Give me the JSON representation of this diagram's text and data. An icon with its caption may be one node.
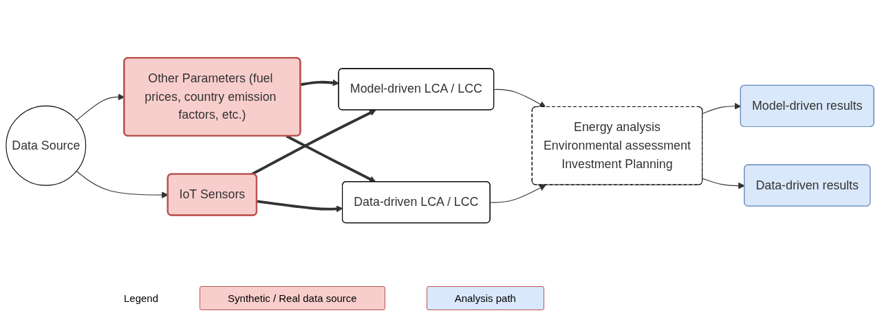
{
  "diagram": {
    "nodes": [
      {
        "text": [
          "Data Source"
        ]
      },
      {
        "text": [
          "Other Parameters (fuel prices, country emission factors, etc.)"
        ]
      },
      {
        "text": [
          "IoT Sensors"
        ]
      },
      {
        "text": [
          "Model-driven LCA / LCC"
        ]
      },
      {
        "text": [
          "Data-driven LCA / LCC"
        ]
      },
      {
        "text": [
          "Energy analysis",
          "Environmental assessment",
          "Investment Planning"
        ]
      },
      {
        "text": [
          "Model-driven results"
        ]
      },
      {
        "text": [
          "Data-driven results"
        ]
      }
    ],
    "edges": [
      {
        "from": 0,
        "to": 1,
        "arrow": "to"
      },
      {
        "from": 0,
        "to": 2,
        "arrow": "to"
      },
      {
        "from": 1,
        "to": 3,
        "arrow": "to",
        "style": "thick"
      },
      {
        "from": 1,
        "to": 4,
        "arrow": "to",
        "style": "thick"
      },
      {
        "from": 2,
        "to": 3,
        "arrow": "to",
        "style": "thick"
      },
      {
        "from": 2,
        "to": 4,
        "arrow": "to",
        "style": "thick"
      },
      {
        "from": 3,
        "to": 5,
        "arrow": "to"
      },
      {
        "from": 4,
        "to": 5,
        "arrow": "to"
      },
      {
        "from": 5,
        "to": 6,
        "arrow": "to"
      },
      {
        "from": 5,
        "to": 7,
        "arrow": "to"
      }
    ],
    "labels": [
      "Legend"
    ],
    "legend": [
      {
        "text": "Synthetic / Real data source",
        "color": "#f8cecc"
      },
      {
        "text": "Analysis path",
        "color": "#dae8fc"
      }
    ]
  }
}
